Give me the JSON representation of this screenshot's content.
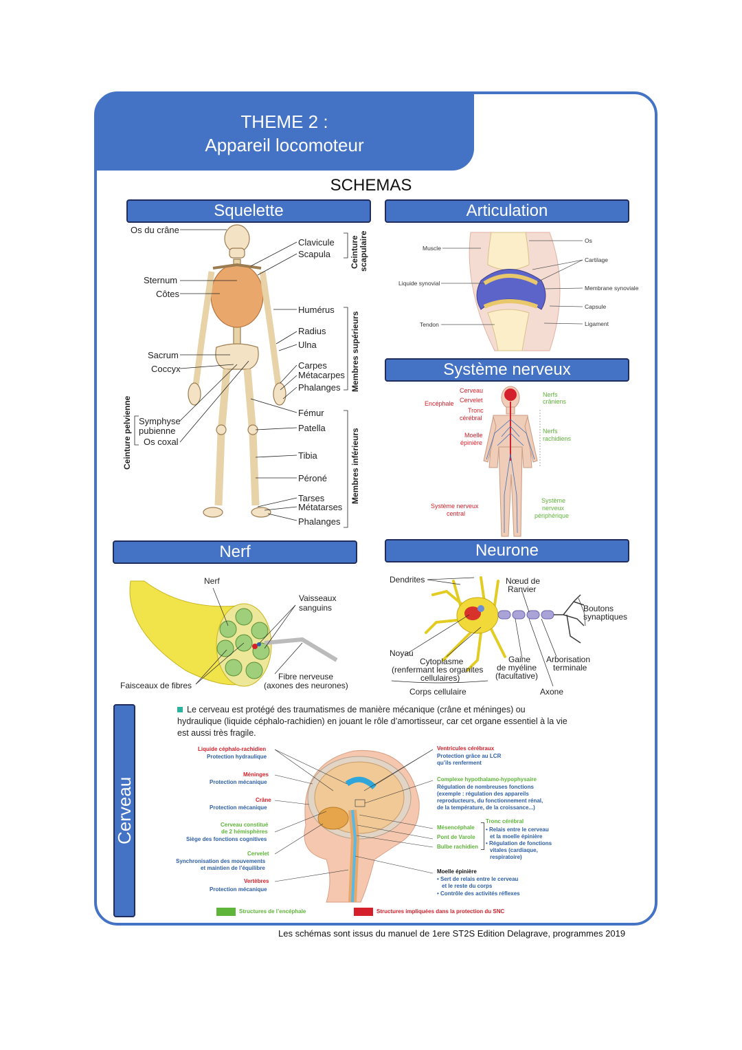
{
  "theme": {
    "line1": "THEME 2 :",
    "line2": "Appareil locomoteur"
  },
  "schemas_title": "SCHEMAS",
  "sections": {
    "squelette": "Squelette",
    "articulation": "Articulation",
    "systeme_nerveux": "Système nerveux",
    "nerf": "Nerf",
    "neurone": "Neurone",
    "cerveau": "Cerveau"
  },
  "squelette": {
    "left_labels": [
      "Os du crâne",
      "Sternum",
      "Côtes",
      "Sacrum",
      "Coccyx",
      "Symphyse",
      "pubienne",
      "Os coxal"
    ],
    "right_labels": [
      "Clavicule",
      "Scapula",
      "Humérus",
      "Radius",
      "Ulna",
      "Carpes",
      "Métacarpes",
      "Phalanges",
      "Fémur",
      "Patella",
      "Tibia",
      "Péroné",
      "Tarses",
      "Métatarses",
      "Phalanges"
    ],
    "group_labels": {
      "scapular_1": "Ceinture",
      "scapular_2": "scapulaire",
      "upper": "Membres supérieurs",
      "lower": "Membres inférieurs",
      "pelvic": "Ceinture pelvienne"
    }
  },
  "articulation": {
    "labels": [
      "Muscle",
      "Liquide synovial",
      "Tendon",
      "Os",
      "Cartilage",
      "Membrane synoviale",
      "Capsule",
      "Ligament"
    ]
  },
  "systeme_nerveux": {
    "encephale": "Encéphale",
    "cerveau": "Cerveau",
    "cervelet": "Cervelet",
    "tronc": "Tronc",
    "cerebral": "cérébral",
    "moelle": "Moelle",
    "epiniere": "épinière",
    "nerfs_craniens_1": "Nerfs",
    "nerfs_craniens_2": "crâniens",
    "nerfs_rachidiens_1": "Nerfs",
    "nerfs_rachidiens_2": "rachidiens",
    "snc_1": "Système nerveux",
    "snc_2": "central",
    "snp_1": "Système",
    "snp_2": "nerveux",
    "snp_3": "périphérique"
  },
  "nerf": {
    "nerf": "Nerf",
    "vaisseaux_1": "Vaisseaux",
    "vaisseaux_2": "sanguins",
    "faisceaux": "Faisceaux de fibres",
    "fibre_1": "Fibre nerveuse",
    "fibre_2": "(axones des neurones)"
  },
  "neurone": {
    "dendrites": "Dendrites",
    "noeud_1": "Nœud de",
    "noeud_2": "Ranvier",
    "boutons_1": "Boutons",
    "boutons_2": "synaptiques",
    "noyau": "Noyau",
    "cyto_1": "Cytoplasme",
    "cyto_2": "(renfermant les organites",
    "cyto_3": "cellulaires)",
    "gaine_1": "Gaine",
    "gaine_2": "de myéline",
    "gaine_3": "(facultative)",
    "arbo_1": "Arborisation",
    "arbo_2": "terminale",
    "corps": "Corps cellulaire",
    "axone": "Axone"
  },
  "cerveau": {
    "paragraph": "Le cerveau est protégé des traumatismes de manière mécanique (crâne et méninges) ou hydraulique (liquide céphalo-rachidien) en jouant le rôle d’amortisseur, car cet organe essentiel à la vie est aussi très fragile.",
    "left": [
      {
        "t": "Liquide céphalo-rachidien",
        "d": "Protection hydraulique",
        "c": "red"
      },
      {
        "t": "Méninges",
        "d": "Protection mécanique",
        "c": "red"
      },
      {
        "t": "Crâne",
        "d": "Protection mécanique",
        "c": "red"
      },
      {
        "t": "Cerveau constitué",
        "t2": "de 2 hémisphères",
        "d": "Siège des fonctions cognitives",
        "c": "grn"
      },
      {
        "t": "Cervelet",
        "d": "Synchronisation des mouvements",
        "d2": "et maintien de l’équilibre",
        "c": "grn"
      },
      {
        "t": "Vertèbres",
        "d": "Protection mécanique",
        "c": "red"
      }
    ],
    "ventricules": {
      "t": "Ventricules cérébraux",
      "d1": "Protection grâce au LCR",
      "d2": "qu’ils renferment"
    },
    "complexe": {
      "t": "Complexe hypothalamo-hypophysaire",
      "d1": "Régulation de nombreuses fonctions",
      "d2": "(exemple : régulation des appareils",
      "d3": "reproducteurs, du fonctionnement rénal,",
      "d4": "de la température, de la croissance...)"
    },
    "tronc": {
      "t": "Tronc cérébral",
      "items": [
        "Mésencéphale",
        "Pont de Varole",
        "Bulbe rachidien"
      ],
      "b1": "• Relais entre le cerveau",
      "b2": "et la moelle épinière",
      "b3": "• Régulation de fonctions",
      "b4": "vitales (cardiaque,",
      "b5": "respiratoire)"
    },
    "moelle": {
      "t": "Moelle épinière",
      "b1": "• Sert de relais entre le cerveau",
      "b2": "et le reste du corps",
      "b3": "• Contrôle des activités réflexes"
    },
    "legend_green": "Structures de l’encéphale",
    "legend_red": "Structures impliquées dans la protection du SNC"
  },
  "footer": "Les schémas sont issus du manuel de 1ere ST2S Edition Delagrave, programmes 2019",
  "colors": {
    "accent": "#4472c4",
    "red": "#d4202a",
    "blue": "#2e5fa8",
    "green": "#5fb53a"
  }
}
